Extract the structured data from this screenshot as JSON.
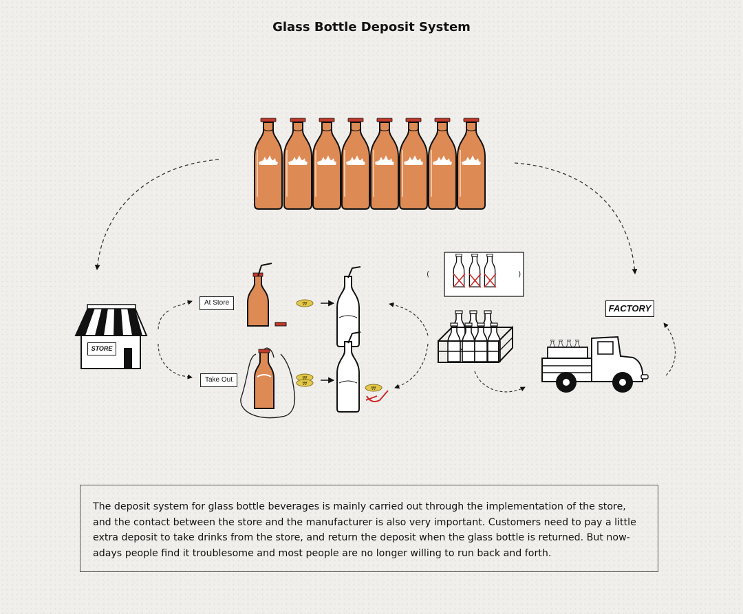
{
  "title": "Glass Bottle Deposit System",
  "labels": {
    "at_store": "At Store",
    "take_out": "Take Out",
    "store": "STORE",
    "factory": "FACTORY"
  },
  "coin_symbol": "₩",
  "description": "The deposit system for glass bottle beverages is mainly carried out through the implementation of the store, and the contact between the store and the manufacturer is also very important. Customers need to pay a little extra deposit to take drinks from the store, and return the deposit when the glass bottle is returned. But now-adays people find it troublesome and most people are no longer willing to run back and forth.",
  "colors": {
    "bottle_fill": "#de8a55",
    "bottle_cap": "#c0392b",
    "coin": "#e2c84a",
    "reject_mark": "#cc2a2a",
    "ink": "#111111"
  }
}
